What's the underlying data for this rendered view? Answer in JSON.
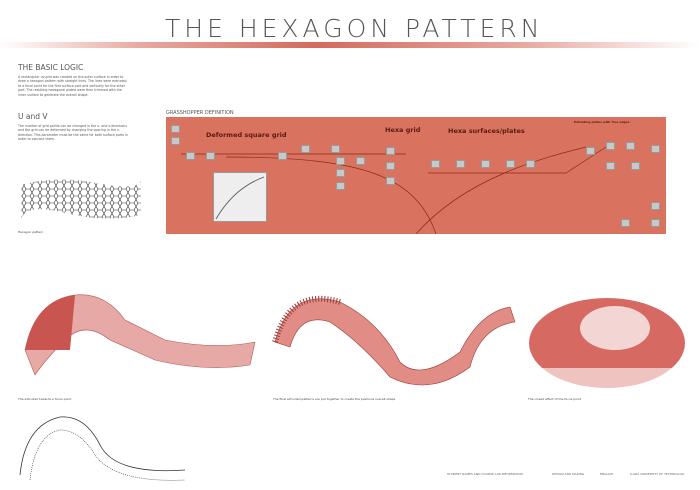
{
  "title": "THE HEXAGON PATTERN",
  "basic_logic": {
    "heading": "THE BASIC LOGIC",
    "text": "A rectangular uv-grid was created on the outer surface in order to draw a hexagon pattern with straight lines. The lines were extruded to a focal point for the first surface part and vertically for the other part. The resulting hexagonal plated were then trimmed with the inner surface to generate the overall shape."
  },
  "uv": {
    "heading": "U and V",
    "text": "The number of grid points can be changed in the u- and v-directions and the grid can be deformed by changing the spacing in the v-direction. This parameter must be the same for both surface parts in order to connect them."
  },
  "hex_caption": "Hexagon pattern",
  "grasshopper": {
    "heading": "GRASSHOPPER DEFINITION",
    "labels": [
      "Deformed square grid",
      "Hexa grid",
      "Hexa surfaces/plates",
      "Extruding plates with free edges"
    ]
  },
  "captions": [
    "The extruded towards a focus point",
    "The final extruded patterns are put together to create the pavilions overall shape",
    "The closed effect of the focus point"
  ],
  "footer": [
    "STUDENT NAMES AND COURSE LAB INFORMATION",
    "DESIGN AND MAKING",
    "ENGLISH",
    "LULEÅ UNIVERSITY OF TECHNOLOGY"
  ],
  "colors": {
    "accent": "#d9735f"
  }
}
